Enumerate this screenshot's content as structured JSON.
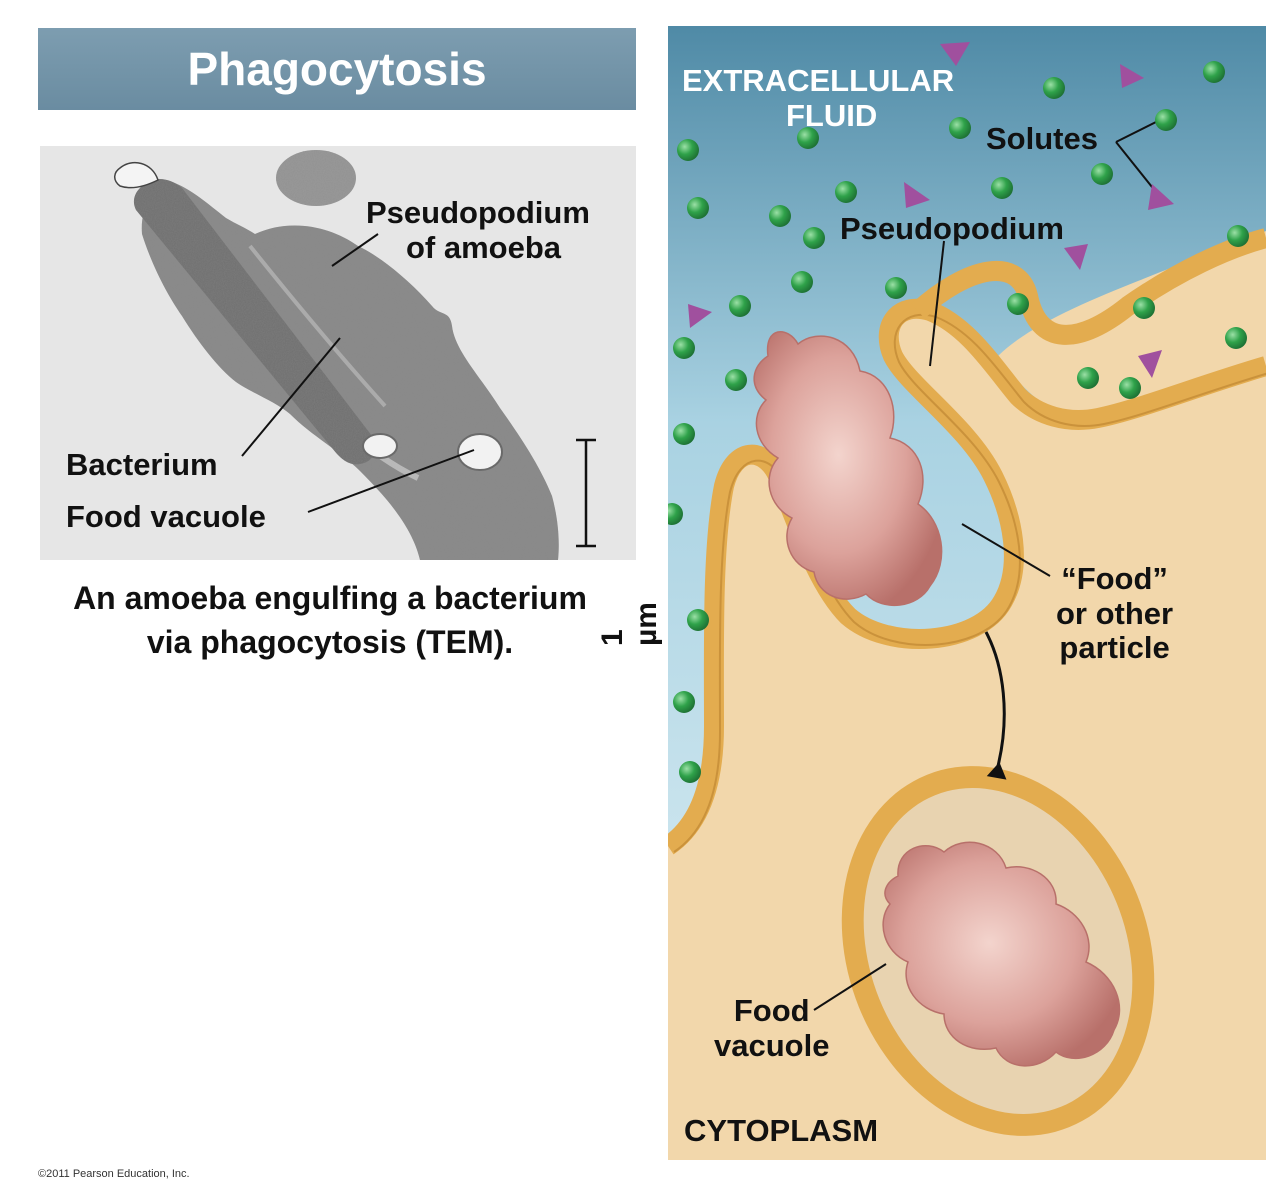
{
  "header": {
    "title": "Phagocytosis"
  },
  "micrograph": {
    "labels": {
      "pseudopodium_line1": "Pseudopodium",
      "pseudopodium_line2": "of amoeba",
      "bacterium": "Bacterium",
      "food_vacuole": "Food vacuole"
    },
    "scale_bar": "1 µm"
  },
  "caption": {
    "line1": "An amoeba engulfing a bacterium",
    "line2": "via phagocytosis (TEM)."
  },
  "diagram": {
    "extracellular_line1": "EXTRACELLULAR",
    "extracellular_line2": "FLUID",
    "solutes": "Solutes",
    "pseudopodium": "Pseudopodium",
    "food_line1": "“Food”",
    "food_line2": "or other",
    "food_line3": "particle",
    "vacuole_line1": "Food",
    "vacuole_line2": "vacuole",
    "cytoplasm": "CYTOPLASM"
  },
  "copyright": "©2011 Pearson Education, Inc.",
  "colors": {
    "header_bg": "#7192a7",
    "fluid_top": "#4f8aa6",
    "fluid_bottom": "#d6ecf3",
    "cytoplasm": "#f2d7ab",
    "membrane": "#e3ac4f",
    "particle": "#d99a94",
    "solute_green": "#2fa24a",
    "solute_purple": "#a0509e"
  }
}
